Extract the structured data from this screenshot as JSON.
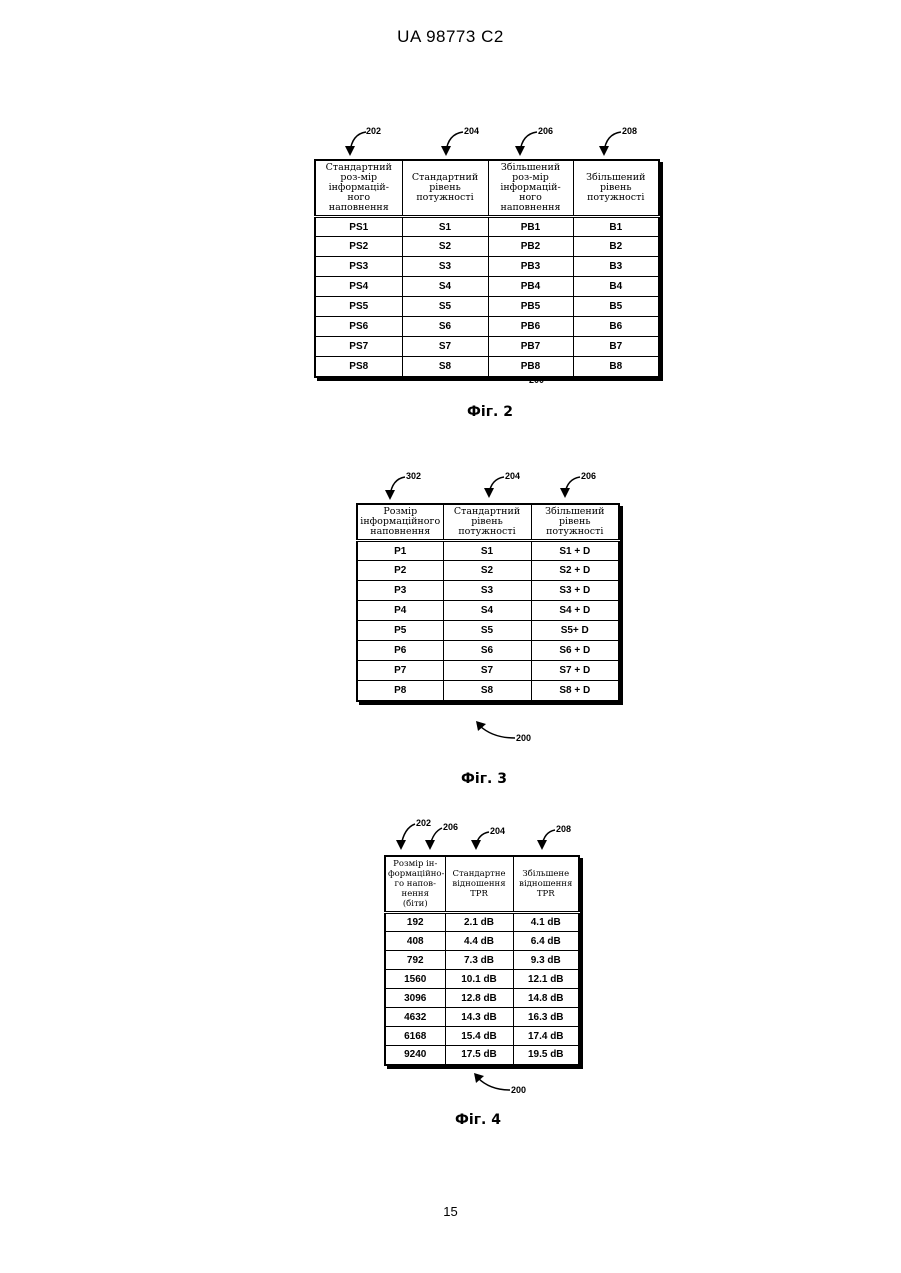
{
  "header": {
    "text": "UA   98773   C2"
  },
  "figures": [
    {
      "caption": "Фіг. 2",
      "refs": {
        "col1": "202",
        "col2": "204",
        "col3": "206",
        "col4": "208",
        "table": "200"
      },
      "headers": [
        "Стандартний роз-мір інформацій-ного наповнення",
        "Стандартний рівень потужності",
        "Збільшений роз-мір інформацій-ного наповнення",
        "Збільшений рівень потужності"
      ],
      "rows": [
        [
          "PS1",
          "S1",
          "PB1",
          "B1"
        ],
        [
          "PS2",
          "S2",
          "PB2",
          "B2"
        ],
        [
          "PS3",
          "S3",
          "PB3",
          "B3"
        ],
        [
          "PS4",
          "S4",
          "PB4",
          "B4"
        ],
        [
          "PS5",
          "S5",
          "PB5",
          "B5"
        ],
        [
          "PS6",
          "S6",
          "PB6",
          "B6"
        ],
        [
          "PS7",
          "S7",
          "PB7",
          "B7"
        ],
        [
          "PS8",
          "S8",
          "PB8",
          "B8"
        ]
      ]
    },
    {
      "caption": "Фіг. 3",
      "refs": {
        "col1": "302",
        "col2": "204",
        "col3": "206",
        "table": "200"
      },
      "headers": [
        "Розмір інформаційного наповнення",
        "Стандартний рівень потужності",
        "Збільшений рівень потужності"
      ],
      "rows": [
        [
          "P1",
          "S1",
          "S1 + D"
        ],
        [
          "P2",
          "S2",
          "S2 + D"
        ],
        [
          "P3",
          "S3",
          "S3 + D"
        ],
        [
          "P4",
          "S4",
          "S4 + D"
        ],
        [
          "P5",
          "S5",
          "S5+ D"
        ],
        [
          "P6",
          "S6",
          "S6 + D"
        ],
        [
          "P7",
          "S7",
          "S7 + D"
        ],
        [
          "P8",
          "S8",
          "S8 + D"
        ]
      ]
    },
    {
      "caption": "Фіг. 4",
      "refs": {
        "col1a": "202",
        "col1b": "206",
        "col2": "204",
        "col3": "208",
        "table": "200"
      },
      "headers": [
        "Розмір ін-формаційно-го напов-нення (біти)",
        "Стандартне відношення TPR",
        "Збільшене відношення TPR"
      ],
      "rows": [
        [
          "192",
          "2.1 dB",
          "4.1 dB"
        ],
        [
          "408",
          "4.4 dB",
          "6.4 dB"
        ],
        [
          "792",
          "7.3 dB",
          "9.3 dB"
        ],
        [
          "1560",
          "10.1 dB",
          "12.1 dB"
        ],
        [
          "3096",
          "12.8 dB",
          "14.8 dB"
        ],
        [
          "4632",
          "14.3 dB",
          "16.3 dB"
        ],
        [
          "6168",
          "15.4 dB",
          "17.4 dB"
        ],
        [
          "9240",
          "17.5 dB",
          "19.5 dB"
        ]
      ]
    }
  ],
  "footer": {
    "page_number": "15"
  }
}
